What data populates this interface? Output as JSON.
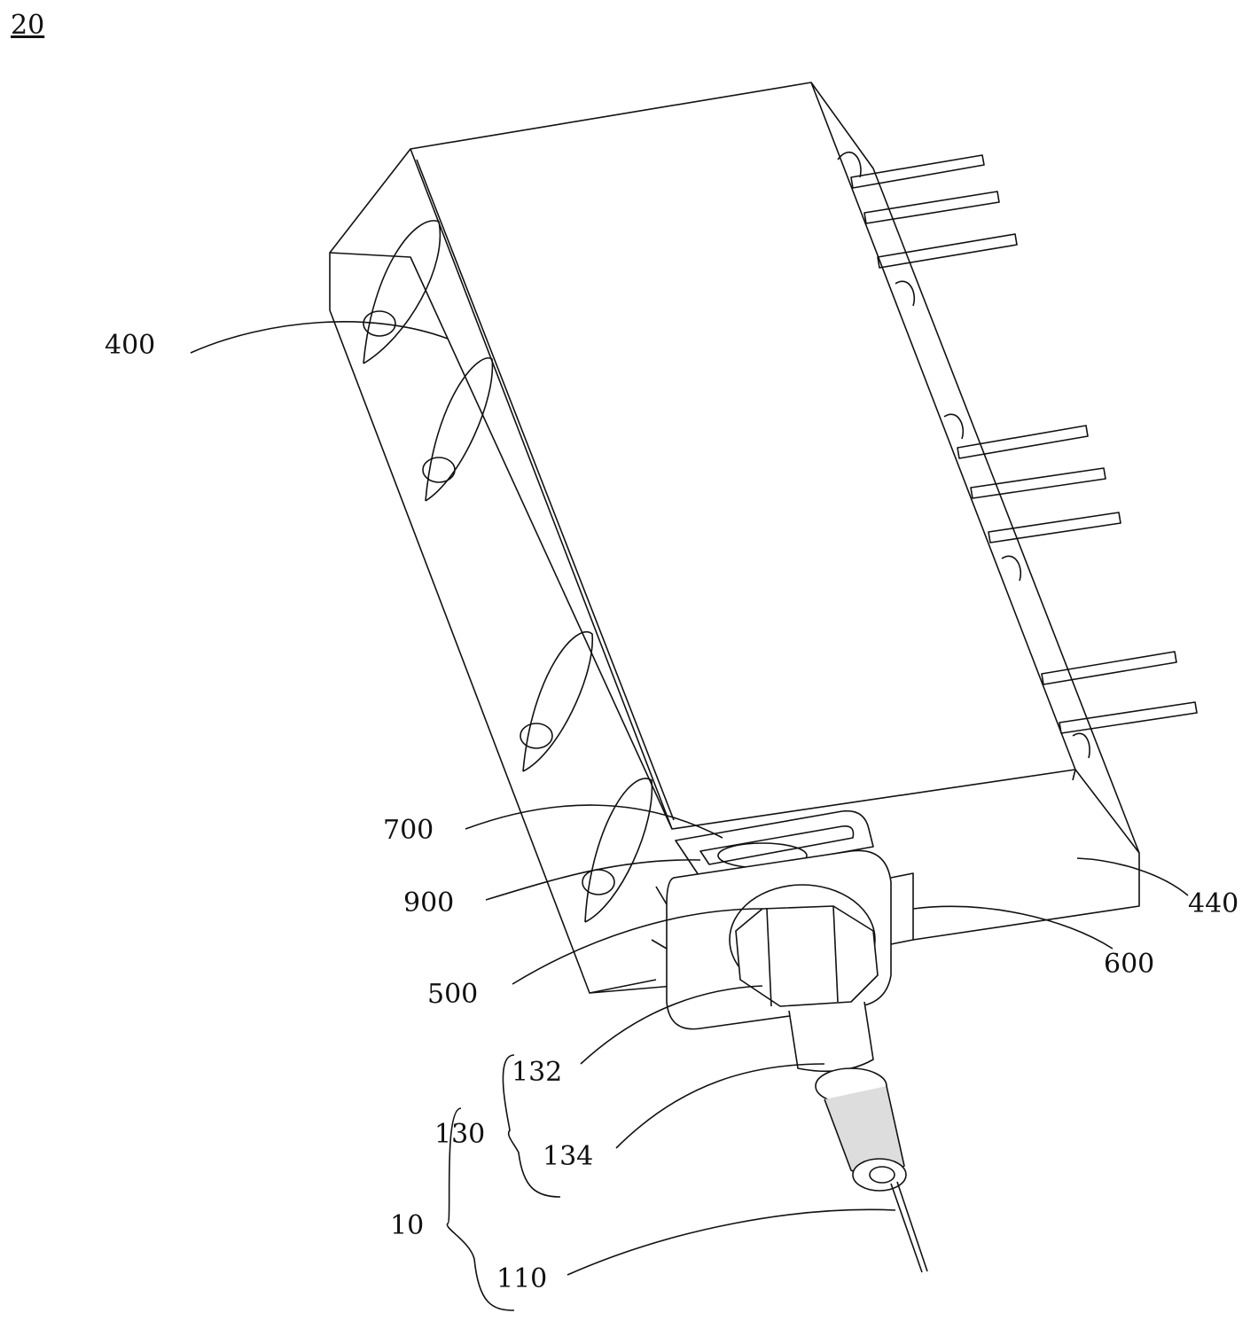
{
  "figure_number": "20",
  "labels": {
    "l400": "400",
    "l700": "700",
    "l900": "900",
    "l500": "500",
    "l440": "440",
    "l600": "600",
    "l132": "132",
    "l130": "130",
    "l134": "134",
    "l10": "10",
    "l110": "110"
  }
}
